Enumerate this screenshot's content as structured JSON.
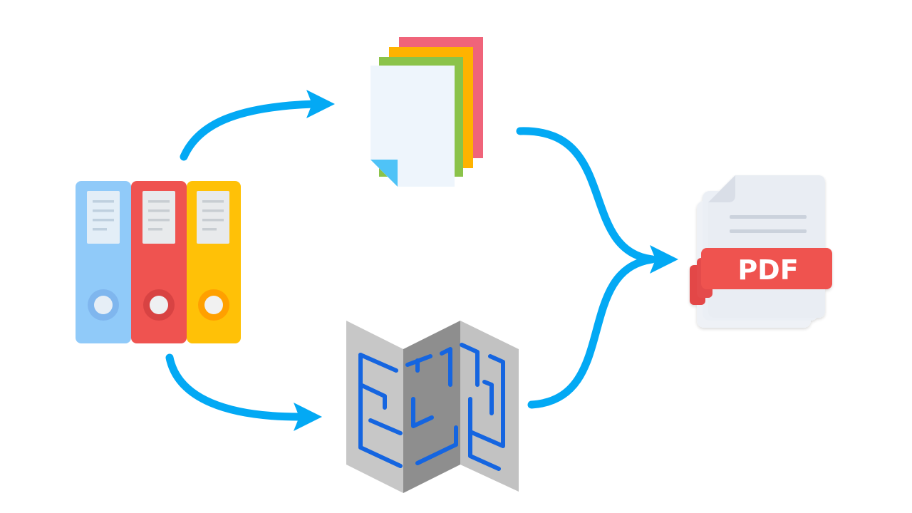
{
  "diagram": {
    "nodes": [
      {
        "id": "binders",
        "icon": "binders-icon",
        "binder_colors": [
          "#90CAF9",
          "#EF5350",
          "#FFC107"
        ]
      },
      {
        "id": "documents",
        "icon": "documents-stack-icon",
        "sheet_colors": [
          "#F0647A",
          "#FFB300",
          "#8BC34A",
          "#EEF5FC"
        ]
      },
      {
        "id": "floorplan",
        "icon": "floorplan-map-icon",
        "line_color": "#1565E0"
      },
      {
        "id": "pdf",
        "icon": "pdf-file-icon",
        "label": "PDF",
        "banner_color": "#EF5350"
      }
    ],
    "edges": [
      {
        "from": "binders",
        "to": "documents"
      },
      {
        "from": "binders",
        "to": "floorplan"
      },
      {
        "from": "documents",
        "to": "pdf"
      },
      {
        "from": "floorplan",
        "to": "pdf"
      }
    ],
    "arrow_color": "#03A9F4"
  }
}
